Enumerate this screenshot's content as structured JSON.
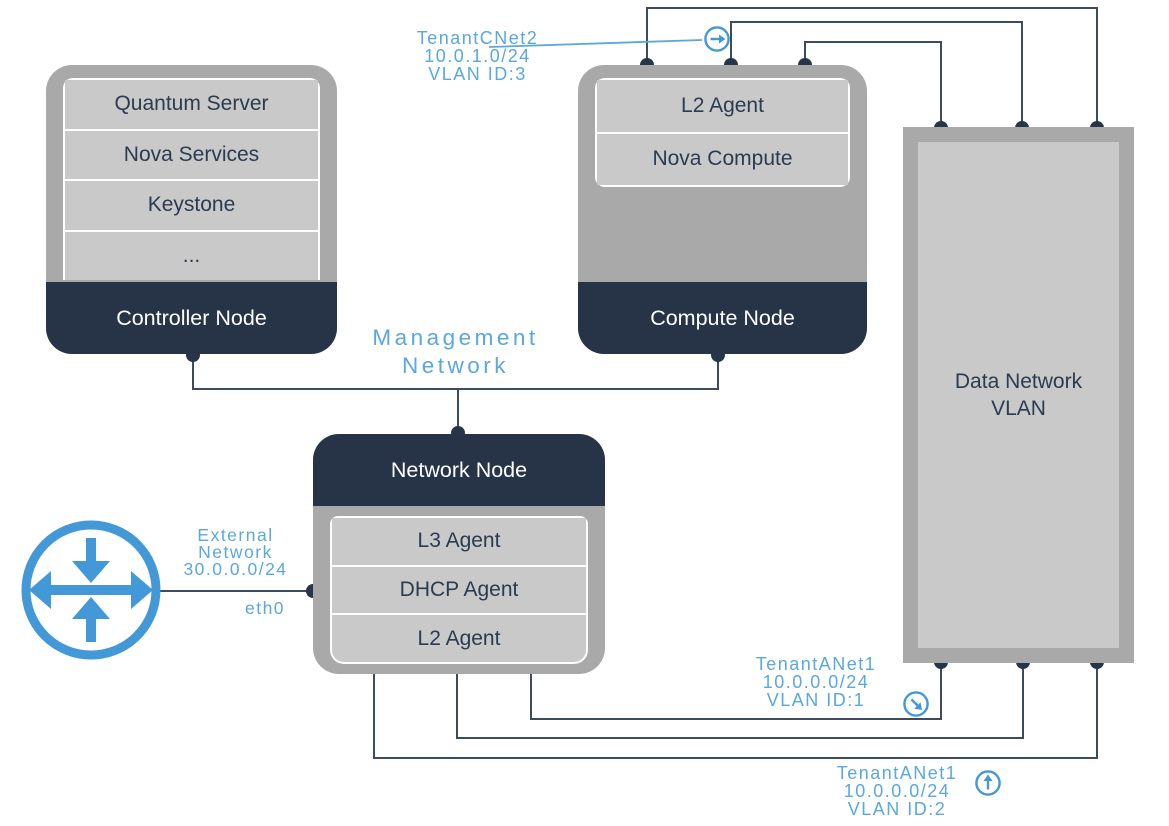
{
  "colors": {
    "node_dark": "#273447",
    "box_gray": "#a9a9a9",
    "row_gray": "#c9c9c9",
    "row_text": "#2b3b50",
    "wire": "#3c4b5e",
    "label_blue": "#5ba7de",
    "icon_blue": "#4398d8"
  },
  "nodes": {
    "controller": {
      "title": "Controller Node",
      "rows": [
        "Quantum Server",
        "Nova Services",
        "Keystone",
        "..."
      ]
    },
    "compute": {
      "title": "Compute Node",
      "rows": [
        "L2 Agent",
        "Nova Compute"
      ]
    },
    "network": {
      "title": "Network Node",
      "rows": [
        "L3 Agent",
        "DHCP Agent",
        "L2 Agent"
      ]
    },
    "data_network": {
      "title_line1": "Data Network",
      "title_line2": "VLAN"
    }
  },
  "labels": {
    "tenant_c": {
      "lines": [
        "TenantCNet2",
        "10.0.1.0/24",
        "VLAN ID:3"
      ],
      "icon": "arrow-right-circle-icon"
    },
    "management": {
      "lines": [
        "Management",
        "Network"
      ]
    },
    "external": {
      "lines": [
        "External",
        "Network",
        "30.0.0.0/24"
      ]
    },
    "eth0": "eth0",
    "tenant_a_vlan1": {
      "lines": [
        "TenantANet1",
        "10.0.0.0/24",
        "VLAN ID:1"
      ],
      "icon": "arrow-down-right-circle-icon"
    },
    "tenant_a_vlan2": {
      "lines": [
        "TenantANet1",
        "10.0.0.0/24",
        "VLAN ID:2"
      ],
      "icon": "arrow-up-circle-icon"
    }
  },
  "icons": {
    "external_router": "router-icon"
  }
}
